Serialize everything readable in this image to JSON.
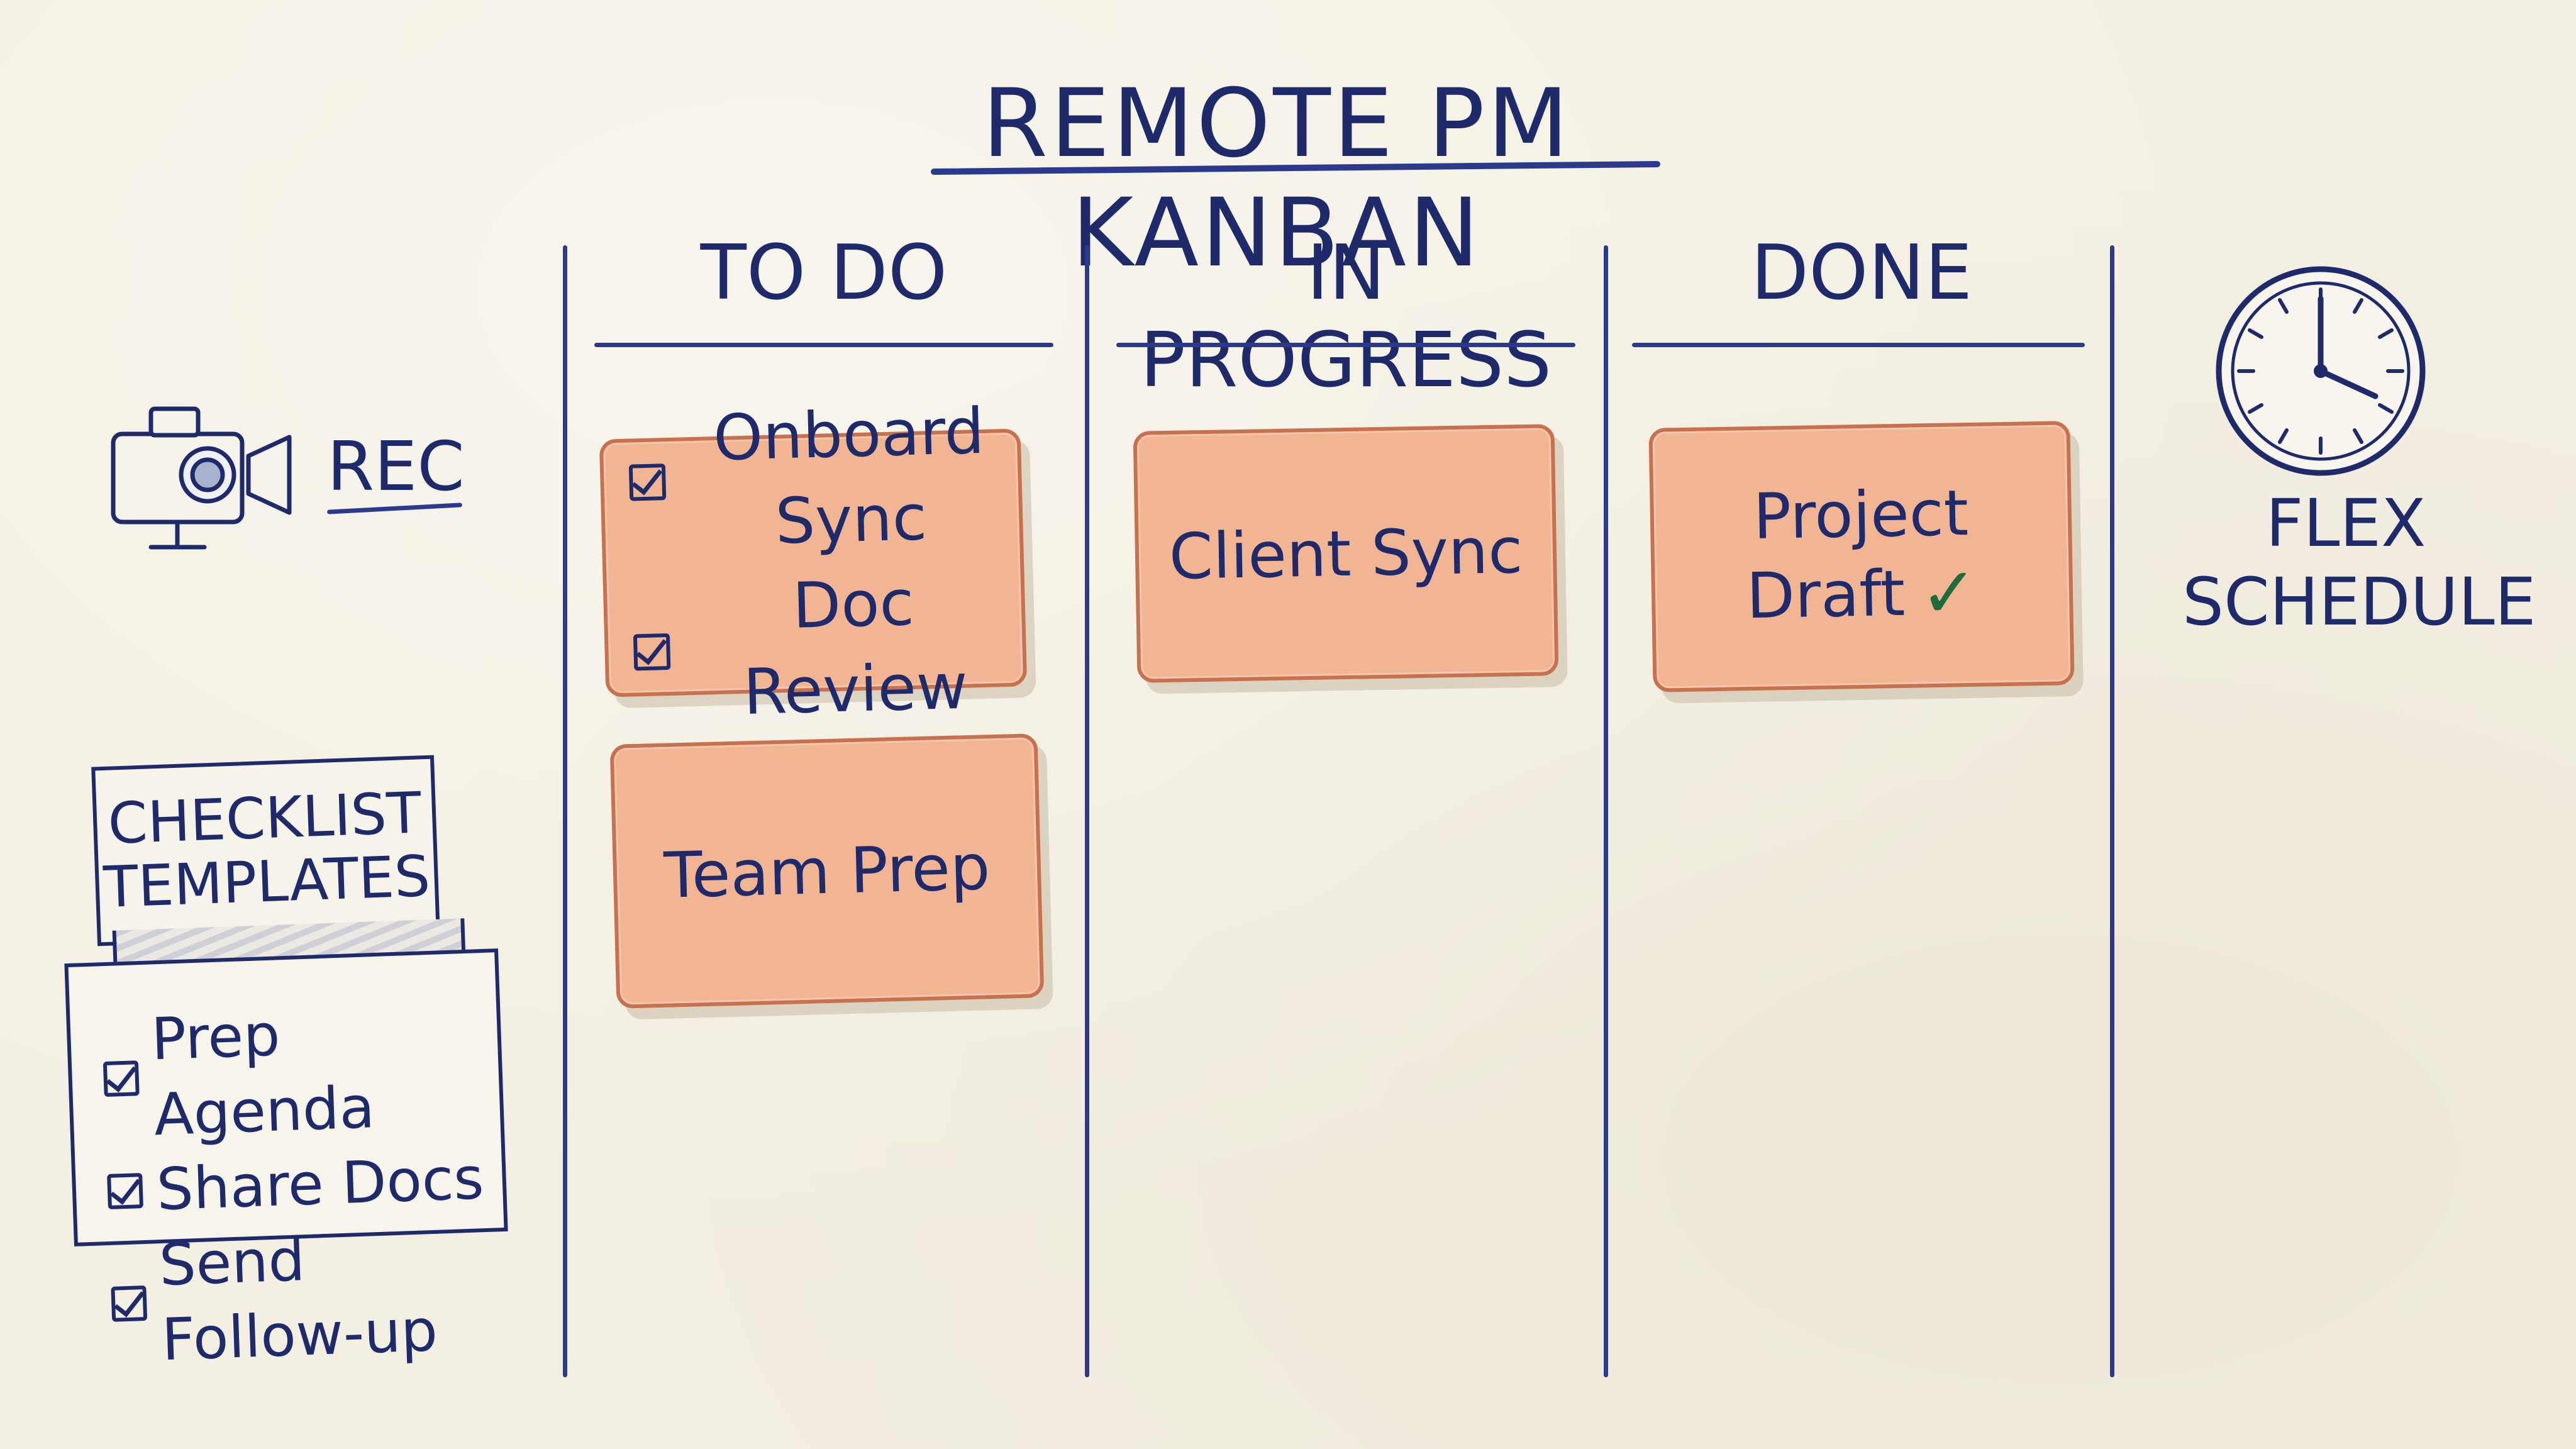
{
  "title": "REMOTE PM KANBAN",
  "columns": [
    {
      "header": "TO DO"
    },
    {
      "header": "IN PROGRESS"
    },
    {
      "header": "DONE"
    }
  ],
  "todo": {
    "card1_items": [
      "Onboard Sync",
      "Doc Review"
    ],
    "card2": "Team Prep"
  },
  "in_progress": {
    "card1": "Client Sync"
  },
  "done": {
    "card1_line1": "Project",
    "card1_line2": "Draft"
  },
  "rec": {
    "label": "REC"
  },
  "templates": {
    "tab_line1": "CHECKLIST",
    "tab_line2": "TEMPLATES",
    "items": [
      "Prep Agenda",
      "Share Docs",
      "Send Follow-up"
    ]
  },
  "flex": {
    "line1": "FLEX",
    "line2": "SCHEDULE"
  },
  "icons": {
    "camera": "video-camera-icon",
    "clock": "clock-icon",
    "done_check": "checkmark-icon"
  },
  "colors": {
    "ink": "#1f2a6b",
    "card_fill": "#f2b594",
    "card_border": "#c8714e",
    "done_check": "#1f6b3a",
    "paper": "#f3efe3"
  }
}
